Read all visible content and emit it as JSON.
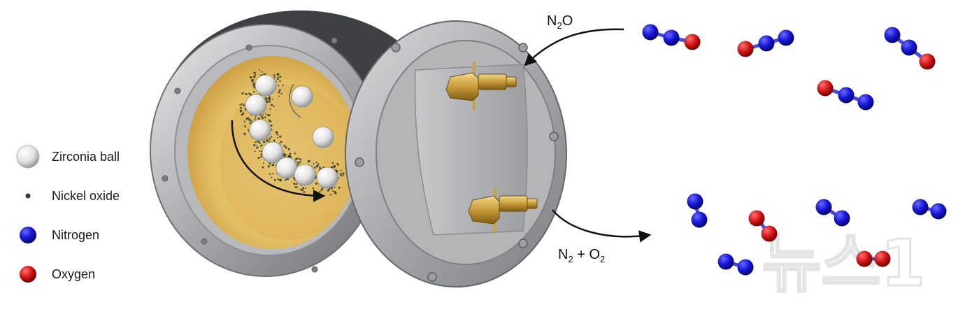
{
  "legend": {
    "items": [
      {
        "key": "zirconia",
        "label": "Zirconia ball",
        "color": "#e6e6e6"
      },
      {
        "key": "nickel",
        "label": "Nickel oxide",
        "color": "#2f3b30"
      },
      {
        "key": "nitrogen",
        "label": "Nitrogen",
        "color": "#1414cc"
      },
      {
        "key": "oxygen",
        "label": "Oxygen",
        "color": "#cc1414"
      }
    ]
  },
  "labels": {
    "inlet": {
      "base": "N",
      "sub": "2",
      "tail": "O"
    },
    "outlet": {
      "n": "N",
      "n_sub": "2",
      "plus": " + ",
      "o": "O",
      "o_sub": "2"
    }
  },
  "watermark": {
    "text": "뉴스1"
  },
  "colors": {
    "nitrogen": "#1414cc",
    "oxygen": "#cc1414",
    "chamber_liner": "#e7c97c",
    "steel": "#a9abae"
  }
}
